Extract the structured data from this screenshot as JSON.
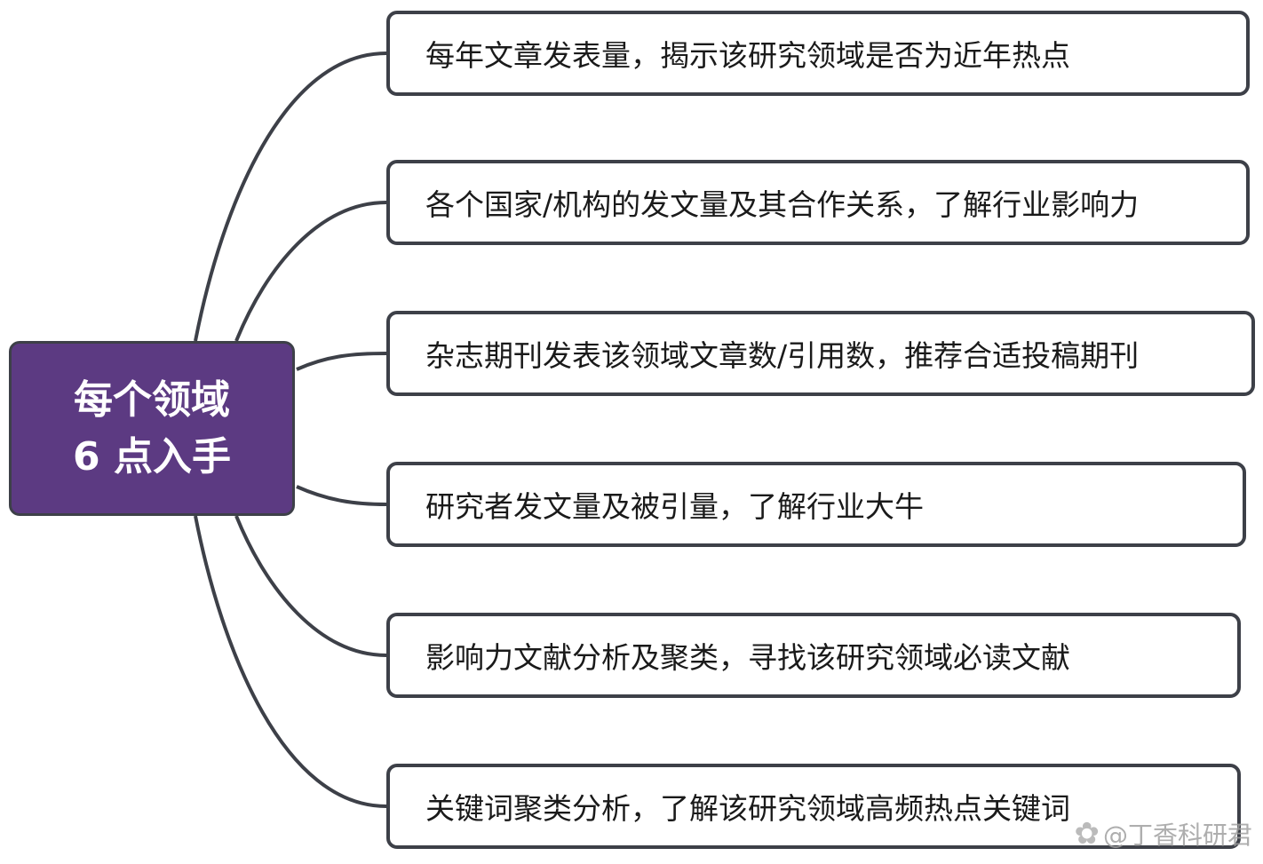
{
  "root": {
    "line1": "每个领域",
    "line2": "6 点入手"
  },
  "branches": [
    "每年文章发表量，揭示该研究领域是否为近年热点",
    "各个国家/机构的发文量及其合作关系，了解行业影响力",
    "杂志期刊发表该领域文章数/引用数，推荐合适投稿期刊",
    "研究者发文量及被引量，了解行业大牛",
    "影响力文献分析及聚类，寻找该研究领域必读文献",
    "关键词聚类分析，了解该研究领域高频热点关键词"
  ],
  "watermark": {
    "text": "@丁香科研君",
    "icon": "flower-icon"
  },
  "colors": {
    "root_fill": "#5c3a82",
    "stroke": "#3d4048",
    "root_text": "#ffffff",
    "branch_text": "#1a1a1a"
  }
}
